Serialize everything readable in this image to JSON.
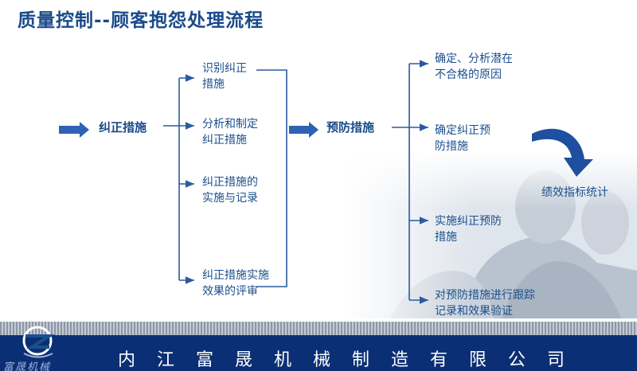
{
  "title": "质量控制--顾客抱怨处理流程",
  "nodes": {
    "corrective": "纠正措施",
    "preventive": "预防措施",
    "kpi": "绩效指标统计"
  },
  "corrective_steps": [
    [
      "识别纠正",
      "措施"
    ],
    [
      "分析和制定",
      "纠正措施"
    ],
    [
      "纠正措施的",
      "实施与记录"
    ],
    [
      "纠正措施实施",
      "效果的评审"
    ]
  ],
  "preventive_steps": [
    [
      "确定、分析潜在",
      "不合格的原因"
    ],
    [
      "确定纠正预",
      "防措施"
    ],
    [
      "实施纠正预防",
      "措施"
    ],
    [
      "对预防措施进行跟踪",
      "记录和效果验证"
    ]
  ],
  "footer": {
    "company": "内江富晟机械制造有限公司",
    "logo_text": "富晟机械"
  },
  "colors": {
    "text": "#1c4f8e",
    "line": "#2a5aa0",
    "footer": "#0b2f74"
  }
}
